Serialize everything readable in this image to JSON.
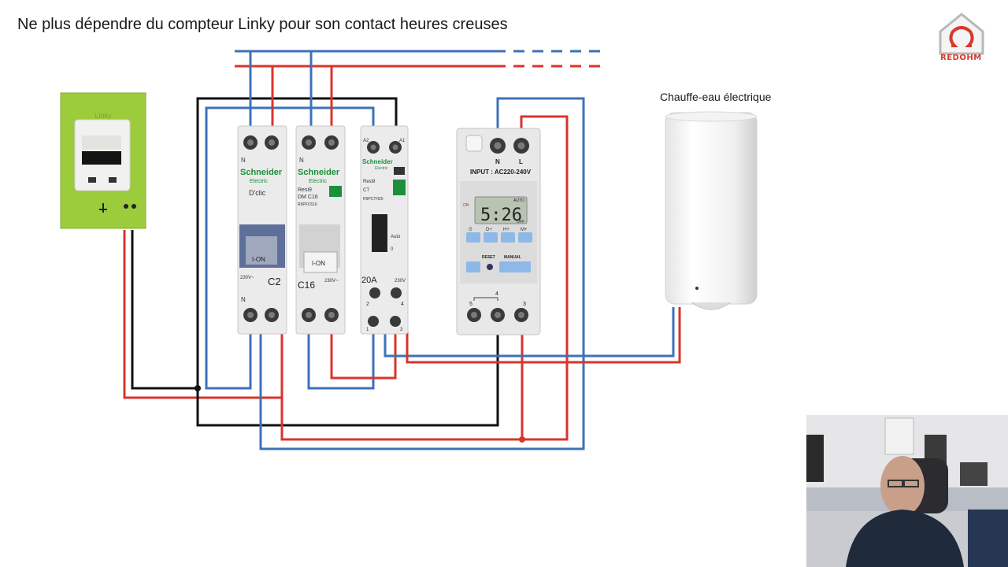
{
  "title": "Ne plus dépendre du compteur Linky pour son contact heures creuses",
  "logo": {
    "icon": "omega-house-icon",
    "text": "REDOHM",
    "color": "#d9382c"
  },
  "heater": {
    "label": "Chauffe-eau électrique"
  },
  "colors": {
    "phase": "#d9342b",
    "neutral": "#3d72b8",
    "black": "#111111",
    "linky": "#9ccb3b"
  },
  "linky": {
    "brand": "Linky",
    "icon": "meter-icon"
  },
  "modules": {
    "dclic": {
      "brand": "Schneider",
      "sub": "Electric",
      "model": "D'clic",
      "terminal_top": "N",
      "rating": "C2",
      "handle": "I-ON",
      "voltage": "230V~",
      "terminal_bottom": "N"
    },
    "resi9": {
      "brand": "Schneider",
      "sub": "Electric",
      "line1": "Resi9",
      "line2": "DM   C16",
      "line3": "R9PFC616",
      "rating": "C16",
      "handle": "I-ON",
      "voltage": "230V~",
      "terminal_top": "N"
    },
    "contactor": {
      "brand": "Schneider",
      "sub": "Electric",
      "line1": "Resi9",
      "line2": "CT",
      "line3": "R9PCTH20",
      "rating": "20A",
      "voltage": "230V",
      "a2": "A2",
      "a1": "A1",
      "mode_auto": "Auto",
      "mode_off": "0",
      "t2": "2",
      "t4": "4",
      "t1": "1",
      "t3": "3"
    },
    "timer": {
      "n": "N",
      "l": "L",
      "input": "INPUT : AC220-240V",
      "time": "5:26",
      "on": "ON",
      "auto": "AUTO",
      "off": "OFF",
      "btn1": "⏱",
      "btn2": "D+",
      "btn3": "H+",
      "btn4": "M+",
      "reset": "RESET",
      "manual": "MANUAL",
      "t5": "5",
      "t4": "4",
      "t3": "3"
    }
  }
}
